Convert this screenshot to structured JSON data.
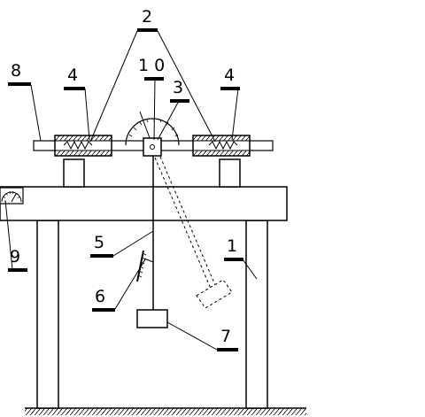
{
  "diagram": {
    "labels": {
      "l1": "1",
      "l2": "2",
      "l3": "3",
      "l4a": "4",
      "l4b": "4",
      "l5": "5",
      "l6": "6",
      "l7": "7",
      "l8": "8",
      "l9": "9",
      "l10": "1 0"
    }
  }
}
